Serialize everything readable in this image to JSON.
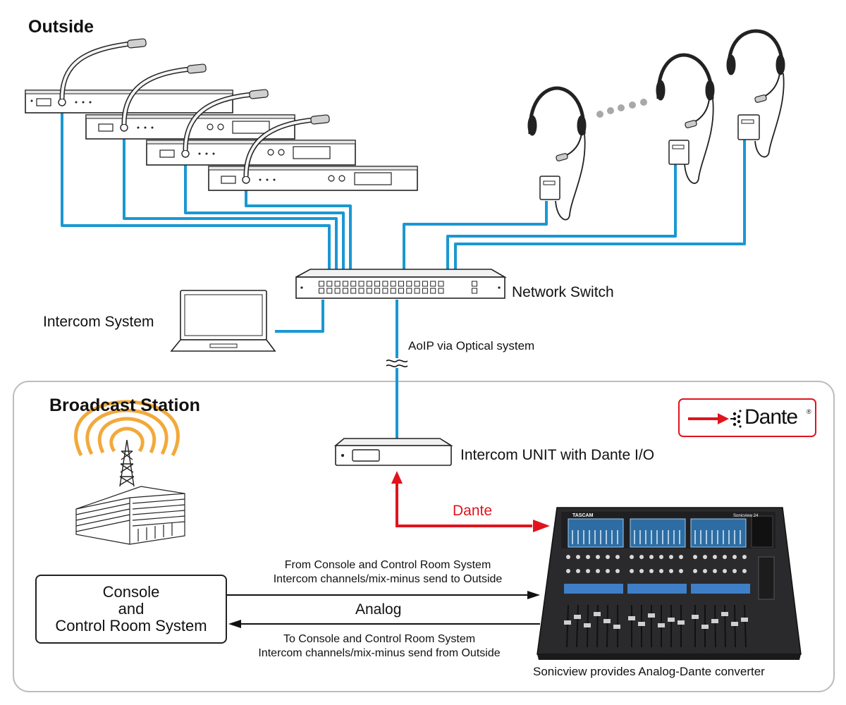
{
  "sections": {
    "outside": "Outside",
    "broadcast": "Broadcast Station"
  },
  "labels": {
    "network_switch": "Network Switch",
    "intercom_system": "Intercom System",
    "aoip": "AoIP via Optical system",
    "intercom_unit": "Intercom UNIT with Dante I/O",
    "dante_link": "Dante",
    "sonicview": "Sonicview provides Analog-Dante converter"
  },
  "console_box": {
    "line1": "Console",
    "line2": "and",
    "line3": "Control Room System"
  },
  "arrows": {
    "to_outside_line1": "From Console and Control Room System",
    "to_outside_line2": "Intercom channels/mix-minus send to Outside",
    "analog": "Analog",
    "from_outside_line1": "To Console and Control Room System",
    "from_outside_line2": "Intercom channels/mix-minus send from Outside"
  },
  "mixer_brand": {
    "maker": "TASCAM",
    "model": "Sonicview 24"
  },
  "logo": {
    "text": "Dante",
    "mark": "®"
  },
  "colors": {
    "cable_blue": "#1a98d2",
    "dante_red": "#e1141e",
    "halo_orange": "#f2a93b"
  }
}
